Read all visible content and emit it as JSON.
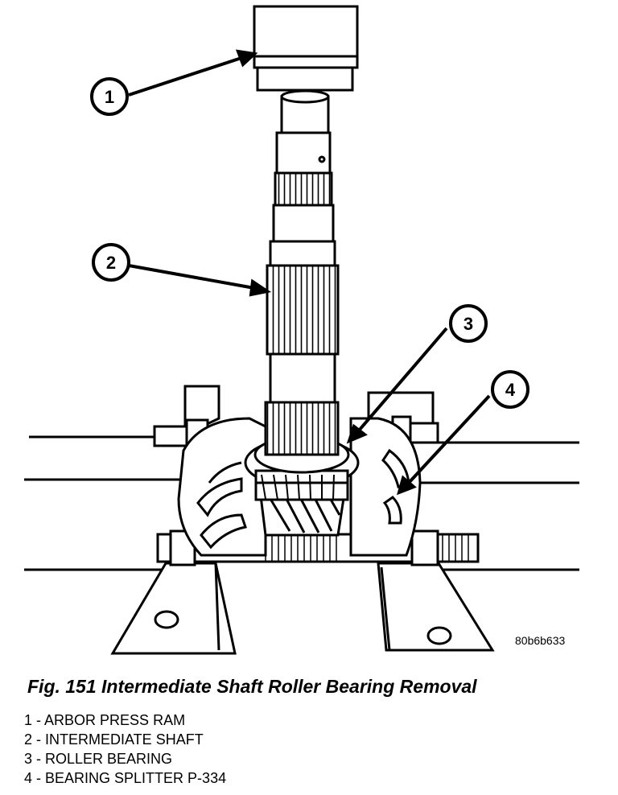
{
  "figure_code": "80b6b633",
  "caption": "Fig. 151 Intermediate Shaft Roller Bearing Removal",
  "callouts": [
    {
      "number": "1",
      "label": "ARBOR PRESS RAM"
    },
    {
      "number": "2",
      "label": "INTERMEDIATE SHAFT"
    },
    {
      "number": "3",
      "label": "ROLLER BEARING"
    },
    {
      "number": "4",
      "label": "BEARING SPLITTER P-334"
    }
  ],
  "legend_separator": " - "
}
